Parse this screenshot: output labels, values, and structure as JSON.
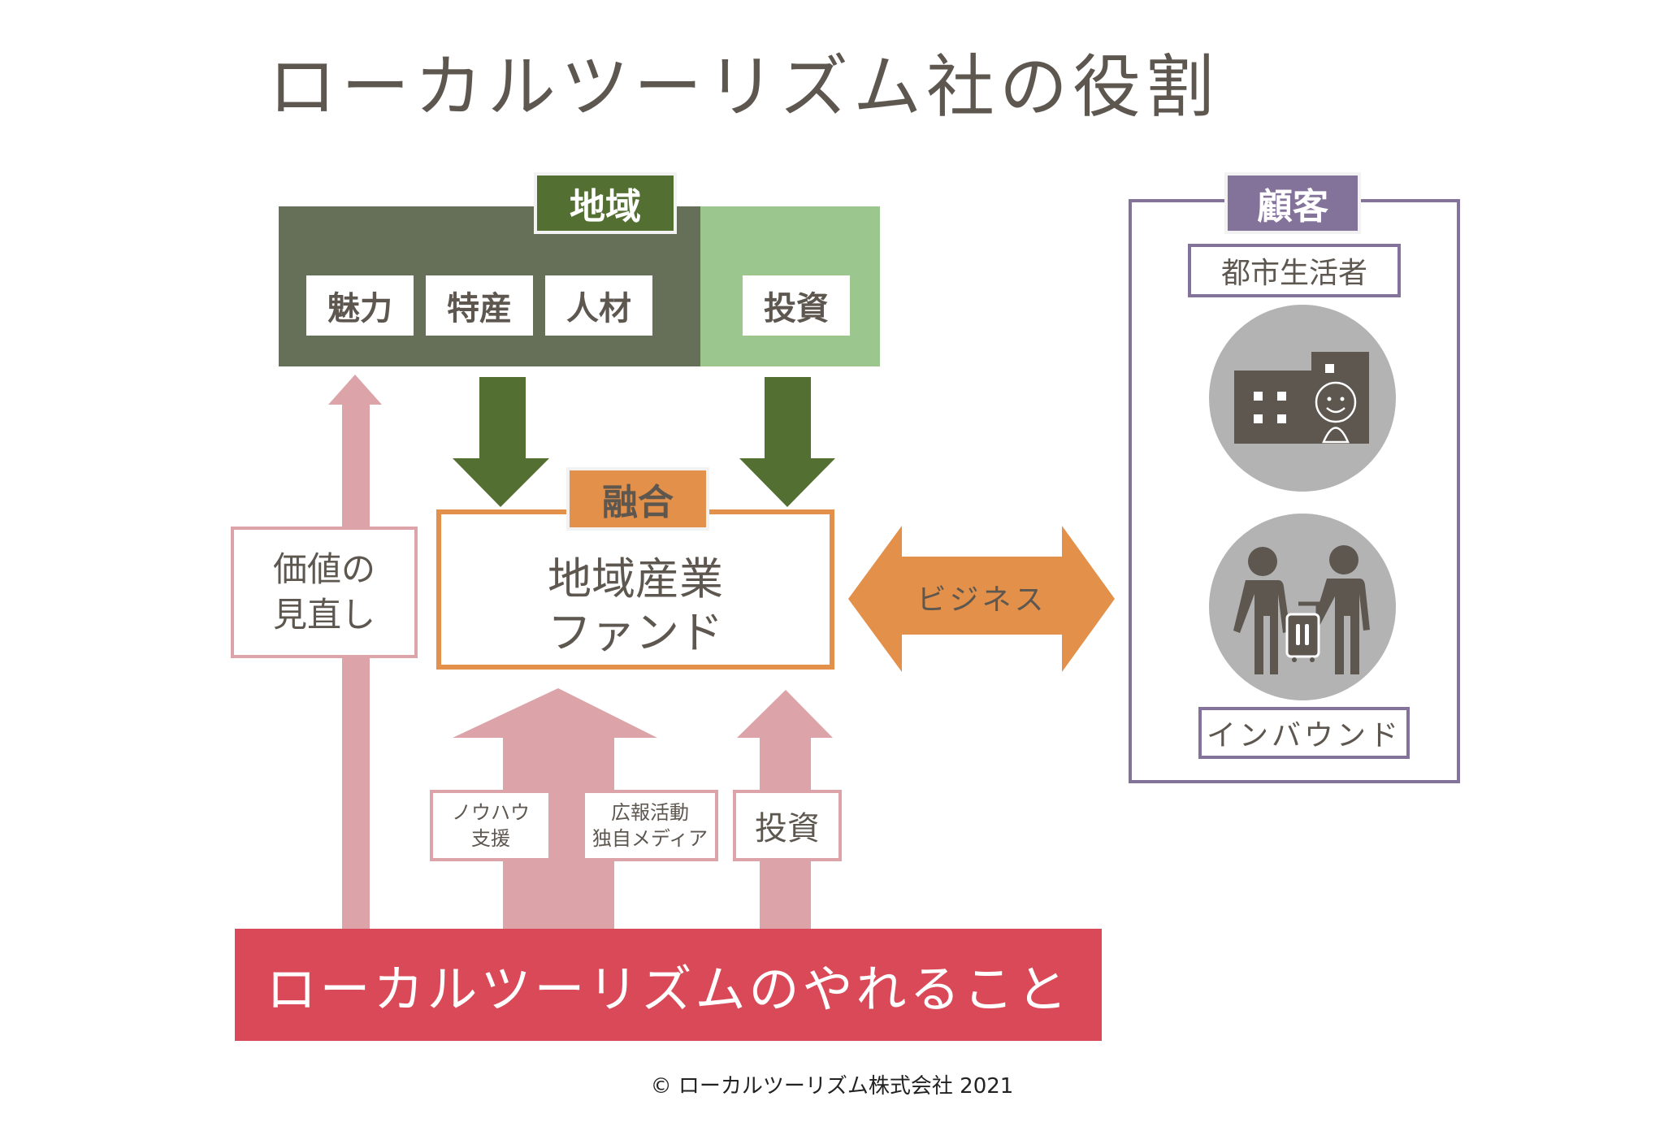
{
  "title": "ローカルツーリズム社の役割",
  "region": {
    "label": "地域",
    "items": [
      "魅力",
      "特産",
      "人材"
    ],
    "investment": "投資"
  },
  "fusion": {
    "label": "融合",
    "fund_line1": "地域産業",
    "fund_line2": "ファンド"
  },
  "value_review": {
    "line1": "価値の",
    "line2": "見直し"
  },
  "support": {
    "knowhow_line1": "ノウハウ",
    "knowhow_line2": "支援",
    "pr_line1": "広報活動",
    "pr_line2": "独自メディア",
    "investment": "投資"
  },
  "business": "ビジネス",
  "customer": {
    "label": "顧客",
    "segments": [
      {
        "label": "都市生活者",
        "icon": "city-dweller-icon"
      },
      {
        "label": "インバウンド",
        "icon": "inbound-travelers-icon"
      }
    ]
  },
  "banner": "ローカルツーリズムのやれること",
  "copyright": "© ローカルツーリズム株式会社 2021",
  "colors": {
    "region_dark": "#666f57",
    "region_light": "#9bc78f",
    "region_tag": "#536f31",
    "fusion_orange": "#e2904a",
    "customer_purple": "#83729a",
    "pink_arrow": "#dca4a9",
    "banner_red": "#d94957",
    "text": "#5d5750"
  }
}
